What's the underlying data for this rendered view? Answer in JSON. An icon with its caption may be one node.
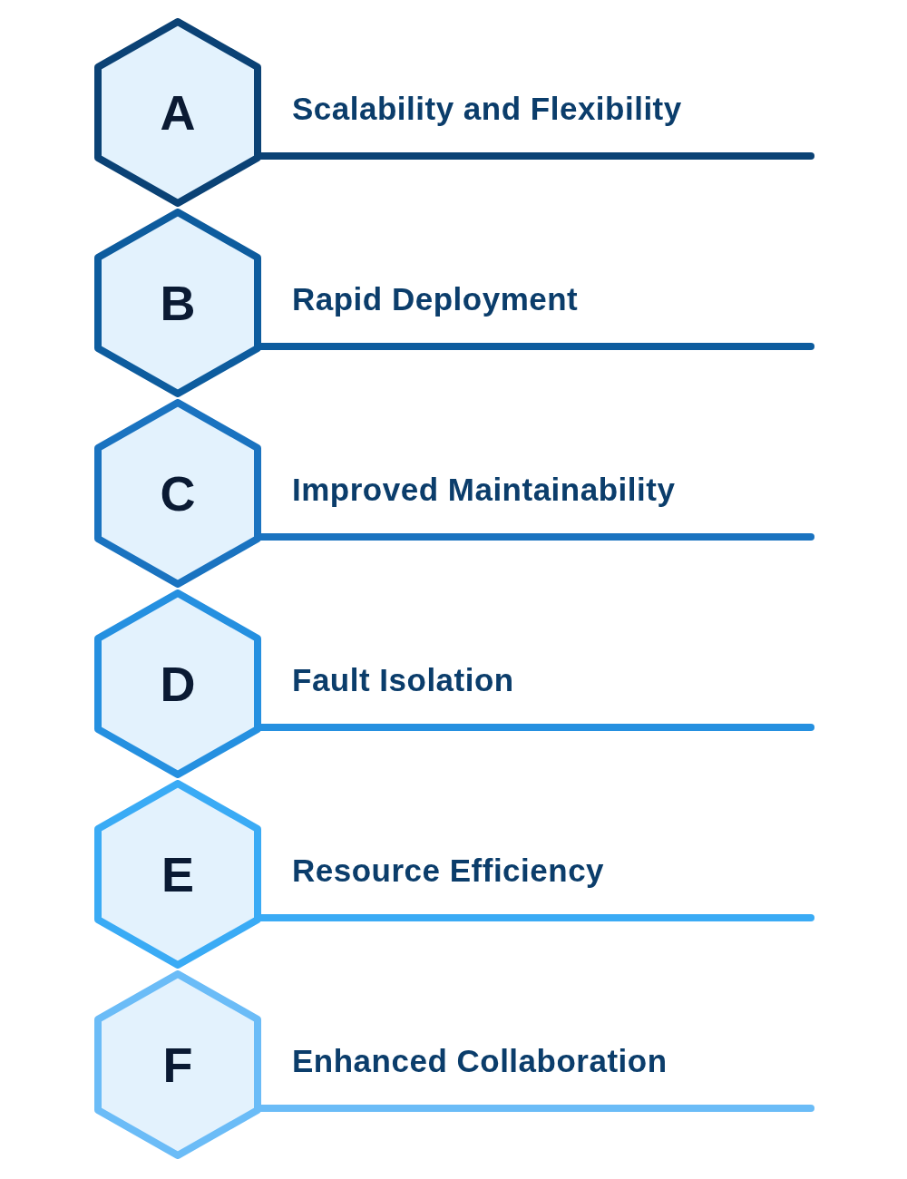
{
  "diagram": {
    "nodes": [
      {
        "text": [
          "A"
        ],
        "beside": [
          "Scalability and Flexibility"
        ]
      },
      {
        "text": [
          "B"
        ],
        "beside": [
          "Rapid Deployment"
        ]
      },
      {
        "text": [
          "C"
        ],
        "beside": [
          "Improved Maintainability"
        ]
      },
      {
        "text": [
          "D"
        ],
        "beside": [
          "Fault Isolation"
        ]
      },
      {
        "text": [
          "E"
        ],
        "beside": [
          "Resource Efficiency"
        ]
      },
      {
        "text": [
          "F"
        ],
        "beside": [
          "Enhanced Collaboration"
        ]
      }
    ]
  }
}
